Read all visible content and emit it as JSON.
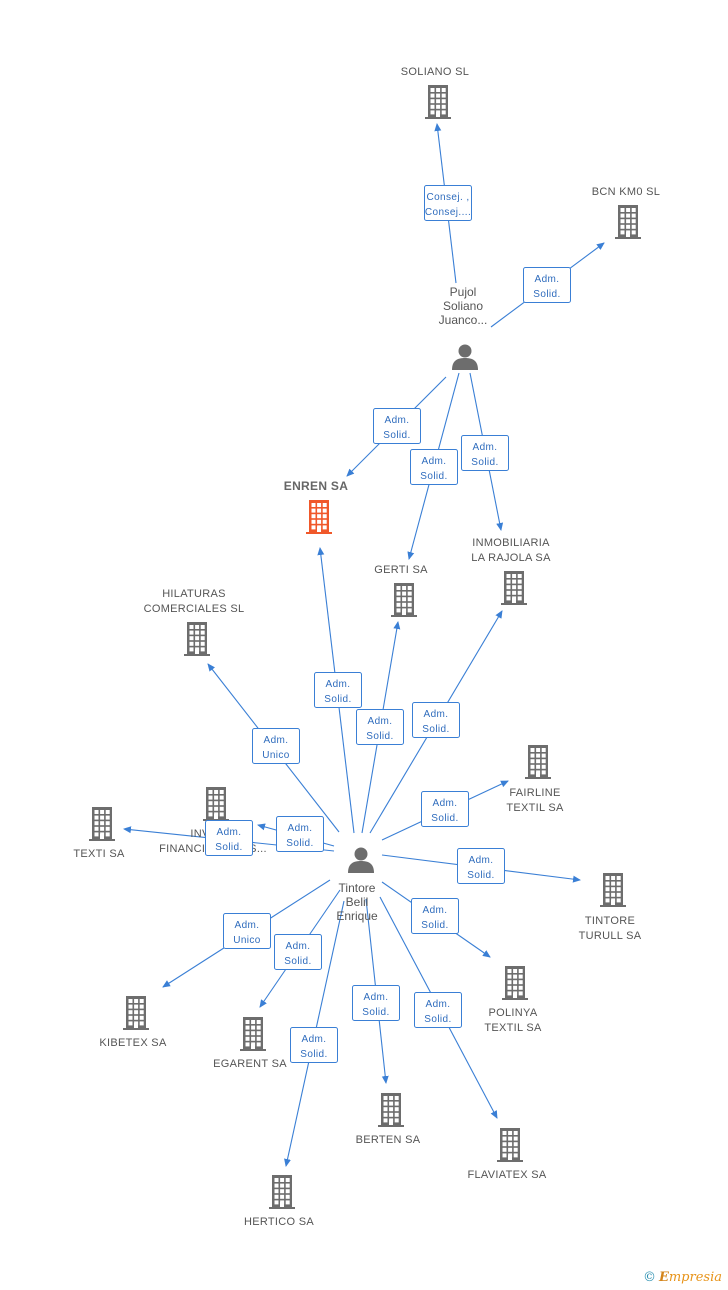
{
  "diagram": {
    "persons": [
      {
        "id": "pujol",
        "label": [
          "Pujol",
          "Soliano",
          "Juanco..."
        ]
      },
      {
        "id": "tintore",
        "label": [
          "Tintore",
          "Belil",
          "Enrique"
        ]
      }
    ],
    "companies": [
      {
        "id": "soliano",
        "label": [
          "SOLIANO SL"
        ],
        "highlight": false
      },
      {
        "id": "bcnkm0",
        "label": [
          "BCN KM0  SL"
        ],
        "highlight": false
      },
      {
        "id": "enren",
        "label": [
          "ENREN SA"
        ],
        "highlight": true
      },
      {
        "id": "gerti",
        "label": [
          "GERTI SA"
        ],
        "highlight": false
      },
      {
        "id": "rajola",
        "label": [
          "INMOBILIARIA",
          "LA RAJOLA SA"
        ],
        "highlight": false
      },
      {
        "id": "hilaturas",
        "label": [
          "HILATURAS",
          "COMERCIALES SL"
        ],
        "highlight": false
      },
      {
        "id": "fairline",
        "label": [
          "FAIRLINE",
          "TEXTIL SA"
        ],
        "highlight": false
      },
      {
        "id": "texti",
        "label": [
          "TEXTI SA"
        ],
        "highlight": false
      },
      {
        "id": "inver",
        "label": [
          "INVER...",
          "FINANCIACIONES..."
        ],
        "highlight": false
      },
      {
        "id": "tturull",
        "label": [
          "TINTORE",
          "TURULL SA"
        ],
        "highlight": false
      },
      {
        "id": "kibetex",
        "label": [
          "KIBETEX SA"
        ],
        "highlight": false
      },
      {
        "id": "egarent",
        "label": [
          "EGARENT SA"
        ],
        "highlight": false
      },
      {
        "id": "polinya",
        "label": [
          "POLINYA",
          "TEXTIL SA"
        ],
        "highlight": false
      },
      {
        "id": "berten",
        "label": [
          "BERTEN SA"
        ],
        "highlight": false
      },
      {
        "id": "flaviatex",
        "label": [
          "FLAVIATEX SA"
        ],
        "highlight": false
      },
      {
        "id": "hertico",
        "label": [
          "HERTICO SA"
        ],
        "highlight": false
      }
    ],
    "edges": [
      {
        "from": "pujol",
        "to": "soliano",
        "label": [
          "Consej. ,",
          "Consej...."
        ]
      },
      {
        "from": "pujol",
        "to": "bcnkm0",
        "label": [
          "Adm.",
          "Solid."
        ]
      },
      {
        "from": "pujol",
        "to": "enren",
        "label": [
          "Adm.",
          "Solid."
        ]
      },
      {
        "from": "pujol",
        "to": "gerti",
        "label": [
          "Adm.",
          "Solid."
        ]
      },
      {
        "from": "pujol",
        "to": "rajola",
        "label": [
          "Adm.",
          "Solid."
        ]
      },
      {
        "from": "tintore",
        "to": "enren",
        "label": [
          "Adm.",
          "Solid."
        ]
      },
      {
        "from": "tintore",
        "to": "gerti",
        "label": [
          "Adm.",
          "Solid."
        ]
      },
      {
        "from": "tintore",
        "to": "rajola",
        "label": [
          "Adm.",
          "Solid."
        ]
      },
      {
        "from": "tintore",
        "to": "hilaturas",
        "label": [
          "Adm.",
          "Unico"
        ]
      },
      {
        "from": "tintore",
        "to": "fairline",
        "label": [
          "Adm.",
          "Solid."
        ]
      },
      {
        "from": "tintore",
        "to": "texti",
        "label": [
          "Adm.",
          "Solid."
        ]
      },
      {
        "from": "tintore",
        "to": "inver",
        "label": [
          "Adm.",
          "Solid."
        ]
      },
      {
        "from": "tintore",
        "to": "tturull",
        "label": [
          "Adm.",
          "Solid."
        ]
      },
      {
        "from": "tintore",
        "to": "kibetex",
        "label": [
          "Adm.",
          "Unico"
        ]
      },
      {
        "from": "tintore",
        "to": "egarent",
        "label": [
          "Adm.",
          "Solid."
        ]
      },
      {
        "from": "tintore",
        "to": "polinya",
        "label": [
          "Adm.",
          "Solid."
        ]
      },
      {
        "from": "tintore",
        "to": "berten",
        "label": [
          "Adm.",
          "Solid."
        ]
      },
      {
        "from": "tintore",
        "to": "flaviatex",
        "label": [
          "Adm.",
          "Solid."
        ]
      },
      {
        "from": "tintore",
        "to": "hertico",
        "label": [
          "Adm.",
          "Solid."
        ]
      }
    ],
    "colors": {
      "edge": "#3a7fd5",
      "building": "#6d6d6d",
      "highlight": "#f0582a",
      "person": "#6d6d6d"
    }
  },
  "footer": {
    "copyright": "©",
    "brand_initial": "E",
    "brand_rest": "mpresia"
  }
}
